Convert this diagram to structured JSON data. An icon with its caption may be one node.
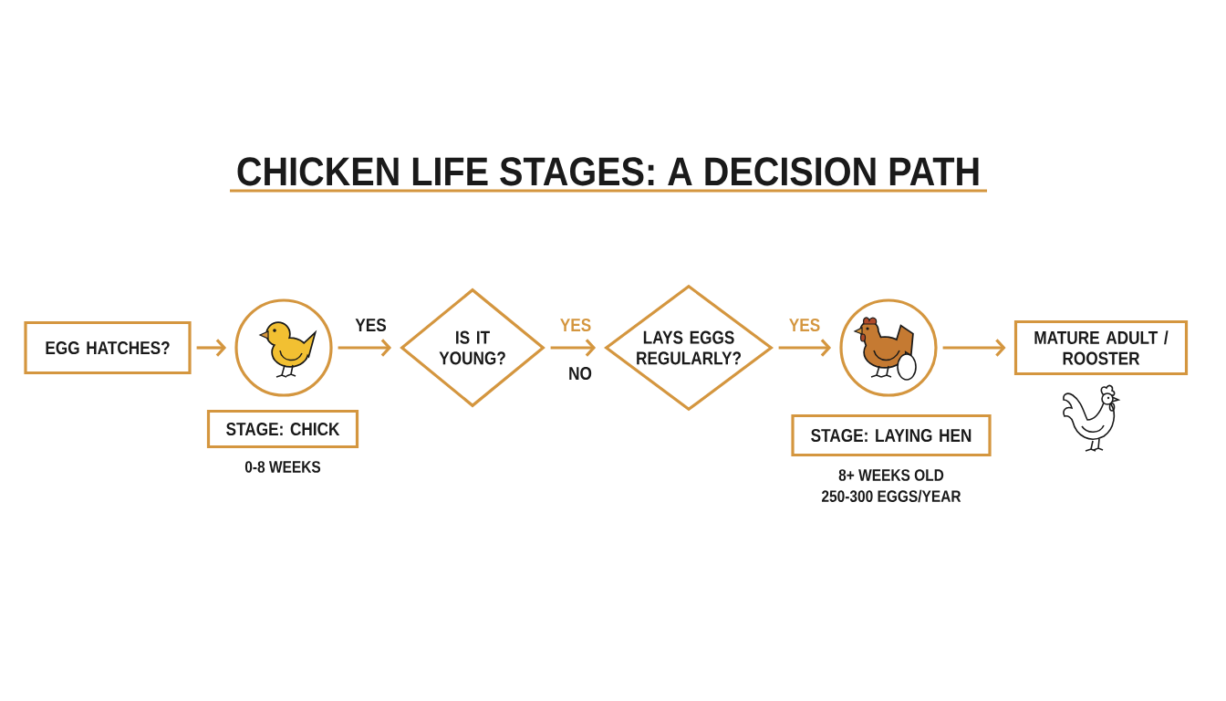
{
  "diagram": {
    "title": "CHICKEN LIFE STAGES: A DECISION PATH",
    "nodes": [
      {
        "text": [
          "EGG HATCHES?"
        ]
      },
      {
        "text": [],
        "shape": "circle"
      },
      {
        "text": [
          "STAGE: CHICK"
        ],
        "beside": [
          "0-8 WEEKS"
        ]
      },
      {
        "text": [
          "IS IT YOUNG?"
        ]
      },
      {
        "text": [
          "LAYS EGGS REGULARLY?"
        ]
      },
      {
        "text": [],
        "shape": "circle"
      },
      {
        "text": [
          "STAGE: LAYING HEN"
        ],
        "beside": [
          "8+ WEEKS OLD",
          "250-300 EGGS/YEAR"
        ]
      },
      {
        "text": [
          "MATURE ADULT / ROOSTER"
        ]
      }
    ],
    "edges": [
      {
        "from": 0,
        "to": 1,
        "arrow": "to"
      },
      {
        "from": 1,
        "to": 3,
        "arrow": "to",
        "label": "YES"
      },
      {
        "from": 3,
        "to": 4,
        "arrow": "to",
        "label": "YES"
      },
      {
        "from": 4,
        "to": 5,
        "arrow": "to",
        "label": "YES"
      },
      {
        "from": 5,
        "to": 7,
        "arrow": "to"
      }
    ],
    "labels": [
      "NO"
    ]
  }
}
